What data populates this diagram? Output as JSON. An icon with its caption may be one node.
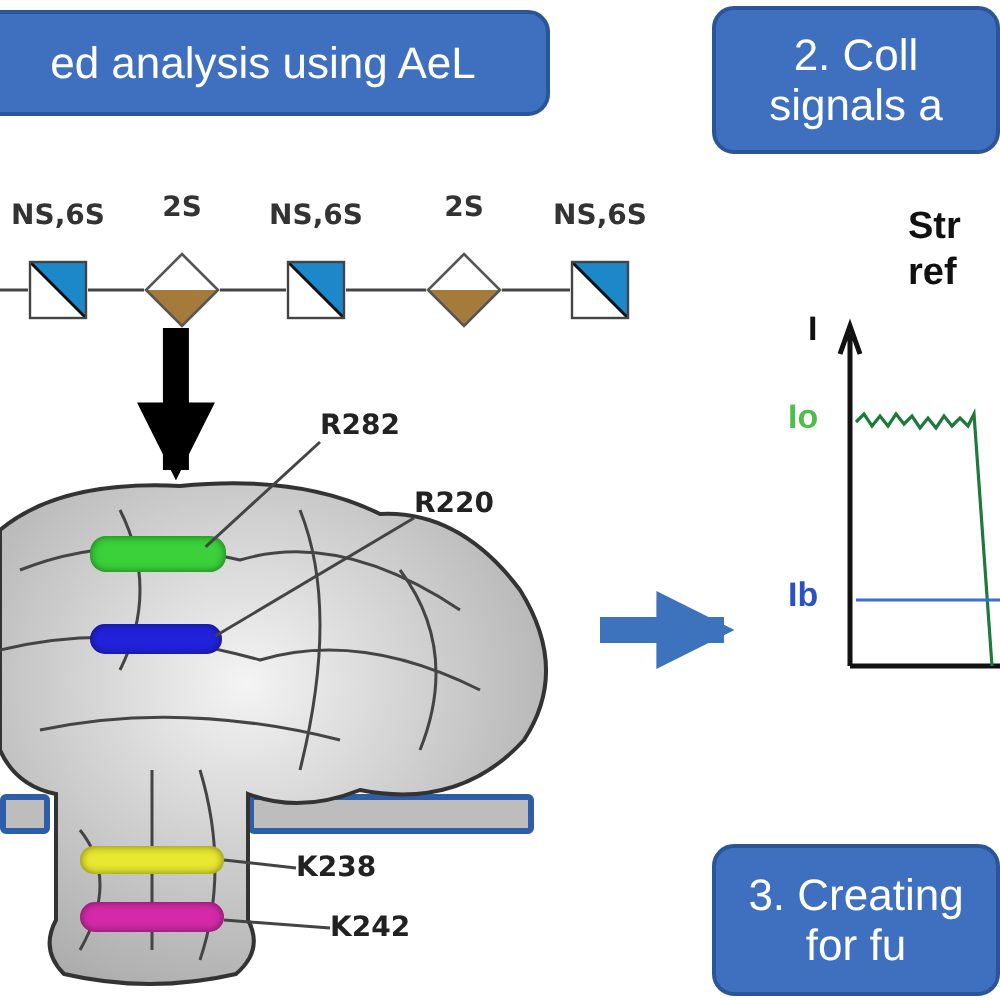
{
  "diagram": {
    "nodes": [
      {
        "text": [
          "ed analysis using AeL"
        ]
      },
      {
        "text": [
          "2. Coll signals a"
        ]
      },
      {
        "text": [],
        "shape": "box",
        "beside": [
          "NS,6S"
        ]
      },
      {
        "text": [],
        "shape": "diamond",
        "beside": [
          "2S"
        ]
      },
      {
        "text": [],
        "shape": "box",
        "beside": [
          "NS,6S"
        ]
      },
      {
        "text": [],
        "shape": "diamond",
        "beside": [
          "2S"
        ]
      },
      {
        "text": [],
        "shape": "box",
        "beside": [
          "NS,6S"
        ]
      },
      {
        "text": [],
        "shape": "picture"
      },
      {
        "text": [],
        "shape": "bar",
        "in": 7
      },
      {
        "text": [],
        "shape": "bar",
        "in": 7
      },
      {
        "text": [],
        "shape": "bar",
        "in": 7
      },
      {
        "text": [],
        "shape": "bar",
        "in": 7
      },
      {
        "text": [
          "R282"
        ]
      },
      {
        "text": [
          "R220"
        ]
      },
      {
        "text": [
          "K238"
        ]
      },
      {
        "text": [
          "K242"
        ]
      },
      {
        "text": [
          "Str ref"
        ]
      },
      {
        "text": [
          "3. Creating for fu"
        ]
      },
      {
        "text": [],
        "shape": "bar"
      },
      {
        "text": [],
        "shape": "bar"
      }
    ],
    "edges": [
      {
        "from": null,
        "to": 2,
        "arrow": "none"
      },
      {
        "from": 2,
        "to": 3,
        "arrow": "none"
      },
      {
        "from": 3,
        "to": 4,
        "arrow": "none"
      },
      {
        "from": 4,
        "to": 5,
        "arrow": "none"
      },
      {
        "from": 5,
        "to": 6,
        "arrow": "none"
      },
      {
        "from": 3,
        "to": 7,
        "arrow": "to",
        "style": "thick",
        "color": "#000000"
      },
      {
        "from": 12,
        "to": 8,
        "arrow": "none"
      },
      {
        "from": 13,
        "to": 9,
        "arrow": "none"
      },
      {
        "from": 14,
        "to": 10,
        "arrow": "none"
      },
      {
        "from": 15,
        "to": 11,
        "arrow": "none"
      },
      {
        "from": 7,
        "to": 16,
        "arrow": "to",
        "style": "thick",
        "color": "#3d73bd"
      }
    ],
    "labels": [
      "I",
      "Io",
      "Ib"
    ]
  }
}
